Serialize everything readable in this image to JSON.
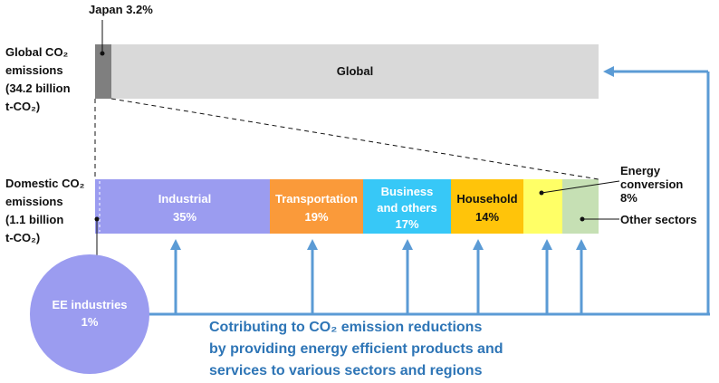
{
  "japan_label": "Japan 3.2%",
  "global_label": {
    "l1": "Global CO₂",
    "l2": "emissions",
    "l3": "(34.2 billion",
    "l4": "t-CO₂)"
  },
  "global_bar_text": "Global",
  "domestic_label": {
    "l1": "Domestic CO₂",
    "l2": "emissions",
    "l3": "(1.1 billion",
    "l4": "t-CO₂)"
  },
  "segments": {
    "industrial": {
      "name": "Industrial",
      "pct": "35%"
    },
    "transport": {
      "name": "Transportation",
      "pct": "19%"
    },
    "business": {
      "name1": "Business",
      "name2": "and others",
      "pct": "17%"
    },
    "household": {
      "name": "Household",
      "pct": "14%"
    }
  },
  "energy_conversion": {
    "l1": "Energy",
    "l2": "conversion",
    "l3": "8%"
  },
  "other_sectors": "Other sectors",
  "ee_industries": {
    "name": "EE industries",
    "pct": "1%"
  },
  "caption": {
    "l1": "Cotributing to CO₂ emission reductions",
    "l2": "by providing energy efficient products and",
    "l3": "services to various sectors and regions"
  },
  "colors": {
    "japan": "#7f7f7f",
    "global": "#d9d9d9",
    "industrial": "#9b9cf0",
    "transport": "#fa9a3a",
    "business": "#37c8f7",
    "household": "#ffc40a",
    "energy": "#ffff66",
    "other": "#c6e0b4",
    "arrow": "#5b9bd5",
    "caption": "#2e75b6"
  }
}
